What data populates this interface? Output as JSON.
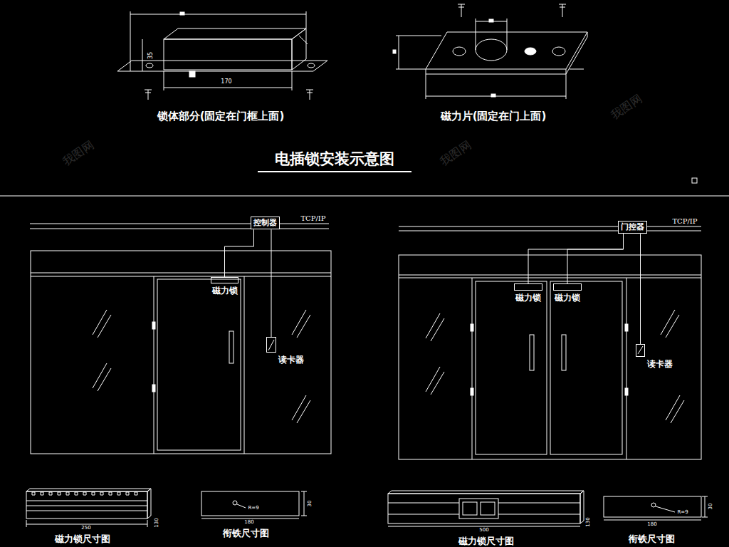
{
  "diagram": {
    "title": "电插锁安装示意图",
    "nodes": [
      {
        "text": [
          "控制器"
        ]
      },
      {
        "text": [
          "磁力锁"
        ]
      },
      {
        "text": [
          "读卡器"
        ]
      },
      {
        "text": [
          "门控器"
        ]
      },
      {
        "text": [
          "磁力锁"
        ]
      },
      {
        "text": [
          "磁力锁"
        ]
      },
      {
        "text": [
          "读卡器"
        ]
      }
    ],
    "edges": [
      {
        "from": 0,
        "to": 1,
        "arrow": "none"
      },
      {
        "from": 0,
        "to": 2,
        "arrow": "none"
      },
      {
        "from": 3,
        "to": 4,
        "arrow": "none"
      },
      {
        "from": 3,
        "to": 5,
        "arrow": "none"
      },
      {
        "from": 3,
        "to": 6,
        "arrow": "none"
      }
    ],
    "labels": [
      "锁体部分(固定在门框上面)",
      "磁力片(固定在门上面)",
      "35",
      "170",
      "TCP/IP",
      "TCP/IP",
      "250",
      "130",
      "R=9",
      "30",
      "180",
      "500",
      "130",
      "R=9",
      "30",
      "180",
      "磁力锁尺寸图",
      "衔铁尺寸图",
      "磁力锁尺寸图",
      "衔铁尺寸图",
      "我图网",
      "我图网",
      "我图网"
    ]
  }
}
